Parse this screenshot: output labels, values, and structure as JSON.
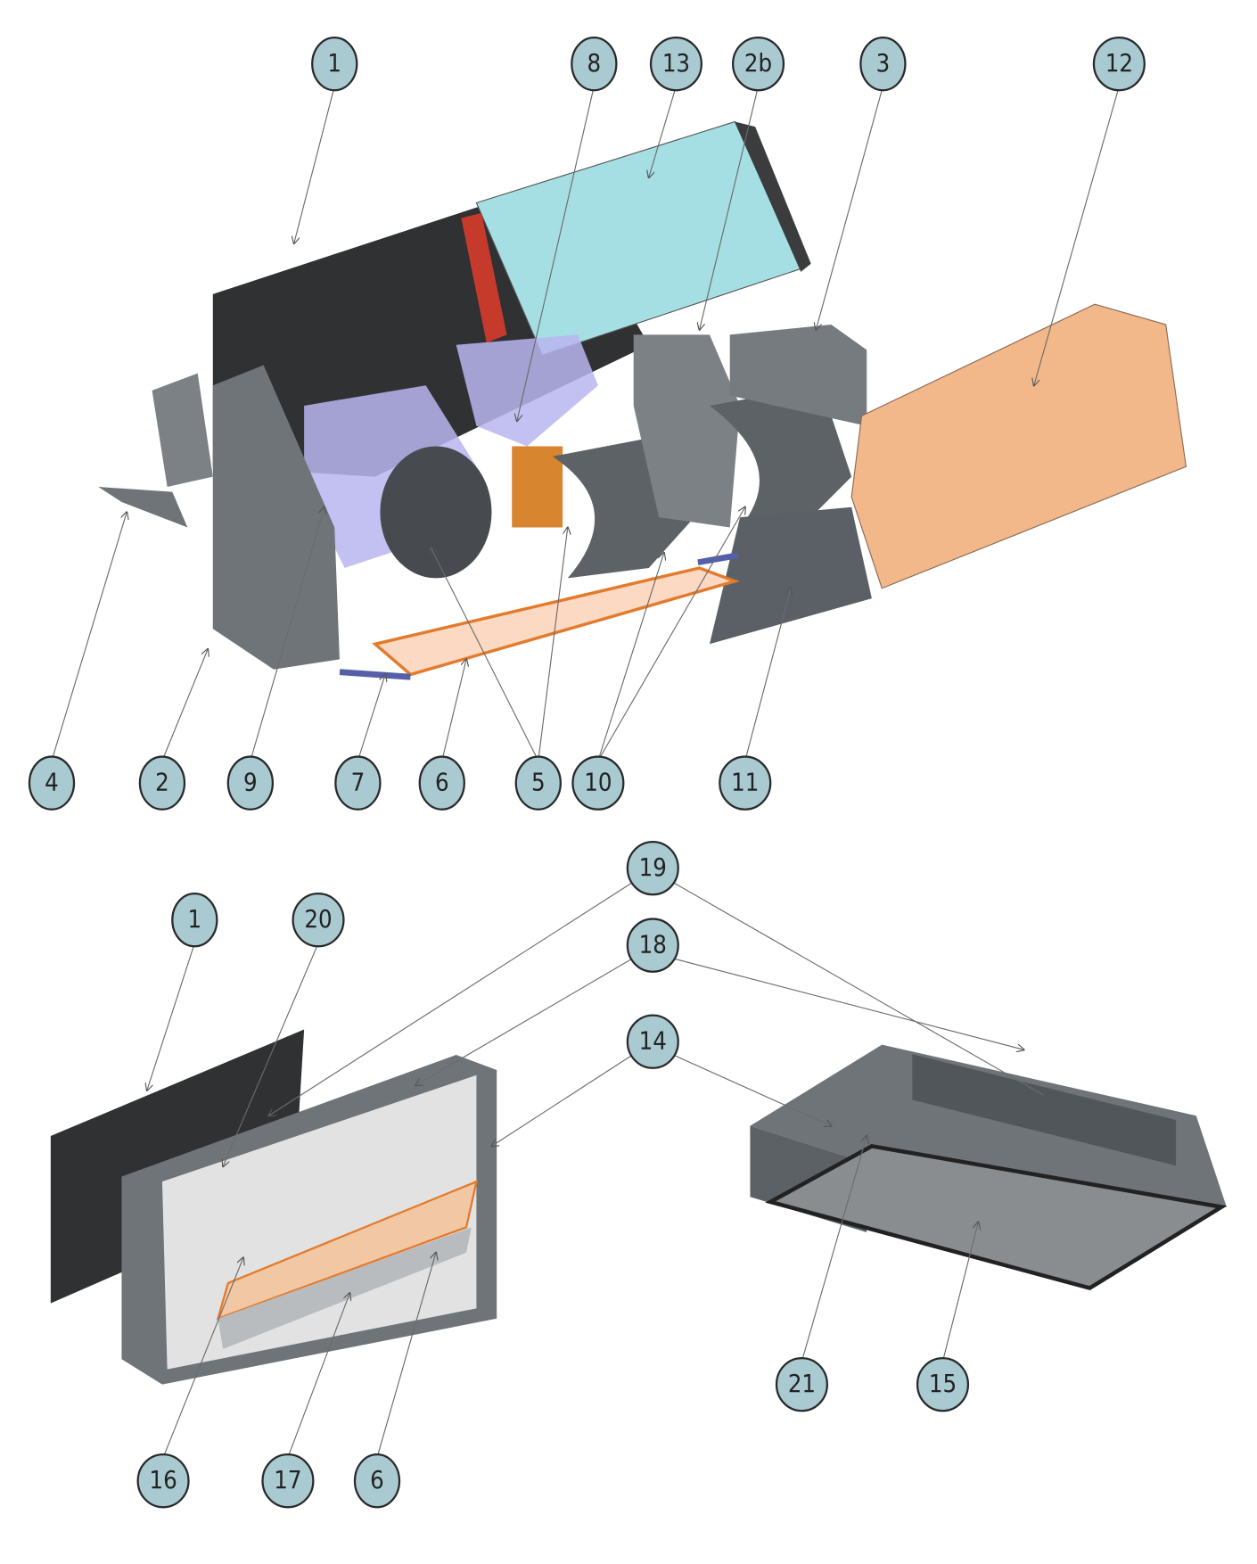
{
  "exploded_view": {
    "callouts": [
      "1",
      "8",
      "13",
      "2b",
      "3",
      "12",
      "4",
      "2",
      "9",
      "7",
      "6",
      "5",
      "10",
      "11"
    ]
  },
  "assembled_views": {
    "callouts": [
      "19",
      "18",
      "14",
      "1",
      "20",
      "21",
      "15",
      "16",
      "17",
      "6"
    ]
  },
  "colors": {
    "callout_fill": "#a9cad1",
    "heat_exchanger": "#a6dfe3",
    "casing_orange": "#f3b88a",
    "scroll_purple": "#b9b6f0",
    "filter_orange": "#e47a2b",
    "metal_grey": "#6f7479",
    "dark_panel": "#2f3133"
  }
}
